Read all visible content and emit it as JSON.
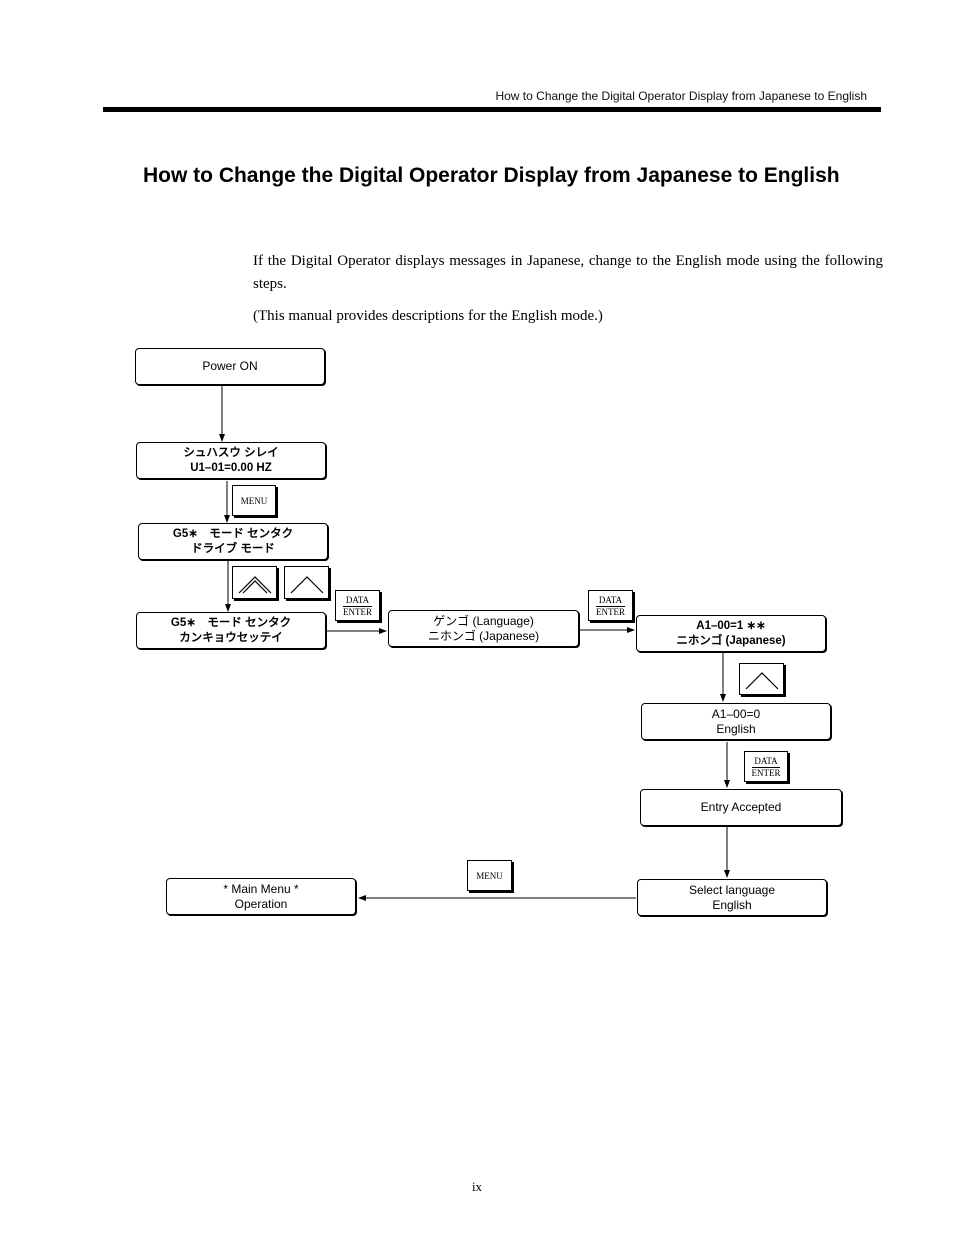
{
  "header": {
    "running_title": "How to Change the Digital Operator Display from Japanese to English"
  },
  "heading": "How to Change the Digital Operator Display from Japanese to English",
  "intro": {
    "paragraph_1": "If the Digital Operator displays messages in Japanese, change to the English mode using the following steps.",
    "paragraph_2": "(This manual provides descriptions for the English mode.)"
  },
  "flowchart": {
    "power_on": "Power ON",
    "monitor_line1": "シュハスウ シレイ",
    "monitor_line2": "U1–01=0.00 HZ",
    "drive_mode_line1": "G5∗　モード センタク",
    "drive_mode_line2": "ドライブ モード",
    "settings_line1": "G5∗　モード センタク",
    "settings_line2": "カンキョウセッテイ",
    "language_line1": "ゲンゴ (Language)",
    "language_line2": "ニホンゴ (Japanese)",
    "a1_japanese_line1": "A1–00=1 ∗∗",
    "a1_japanese_line2": "ニホンゴ (Japanese)",
    "a1_english_line1": "A1–00=0",
    "a1_english_line2": "English",
    "entry_accepted": "Entry Accepted",
    "select_lang_line1": "Select language",
    "select_lang_line2": "English",
    "main_menu_line1": "* Main Menu *",
    "main_menu_line2": "Operation",
    "keys": {
      "menu": "MENU",
      "data": "DATA",
      "enter": "ENTER",
      "up_icon": "up-arrow-icon",
      "double_up_icon": "double-up-arrow-icon"
    }
  },
  "footer": {
    "page_number": "ix"
  }
}
